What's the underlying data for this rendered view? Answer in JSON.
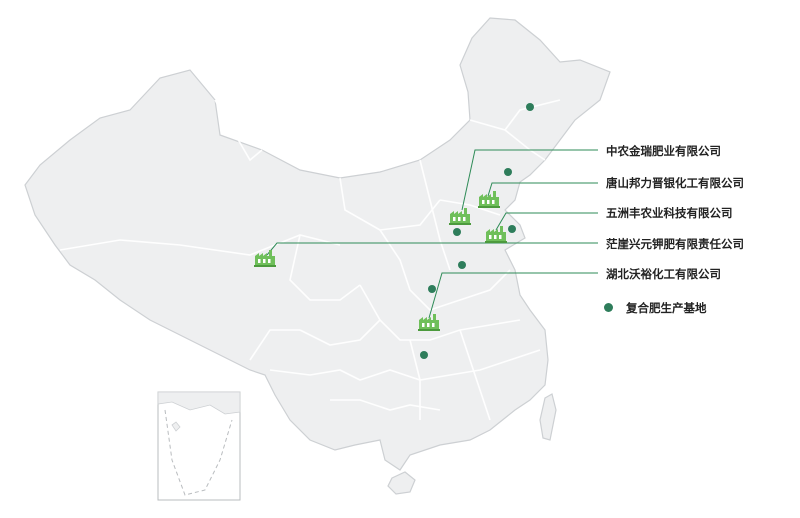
{
  "colors": {
    "land": "#eeeff0",
    "border": "#cdd0d3",
    "province_line": "#ffffff",
    "accent": "#2e8b57",
    "factory": "#6fbf5a",
    "dot": "#2e7d5b",
    "inset_border": "#b9bcbf"
  },
  "companies": [
    {
      "label": "中农金瑞肥业有限公司",
      "icon": "factory-icon"
    },
    {
      "label": "唐山邦力晋银化工有限公司",
      "icon": "factory-icon"
    },
    {
      "label": "五洲丰农业科技有限公司",
      "icon": "factory-icon"
    },
    {
      "label": "茫崖兴元钾肥有限责任公司",
      "icon": "factory-icon"
    },
    {
      "label": "湖北沃裕化工有限公司",
      "icon": "factory-icon"
    }
  ],
  "legend": {
    "base_label": "复合肥生产基地",
    "base_icon": "dot-icon"
  }
}
